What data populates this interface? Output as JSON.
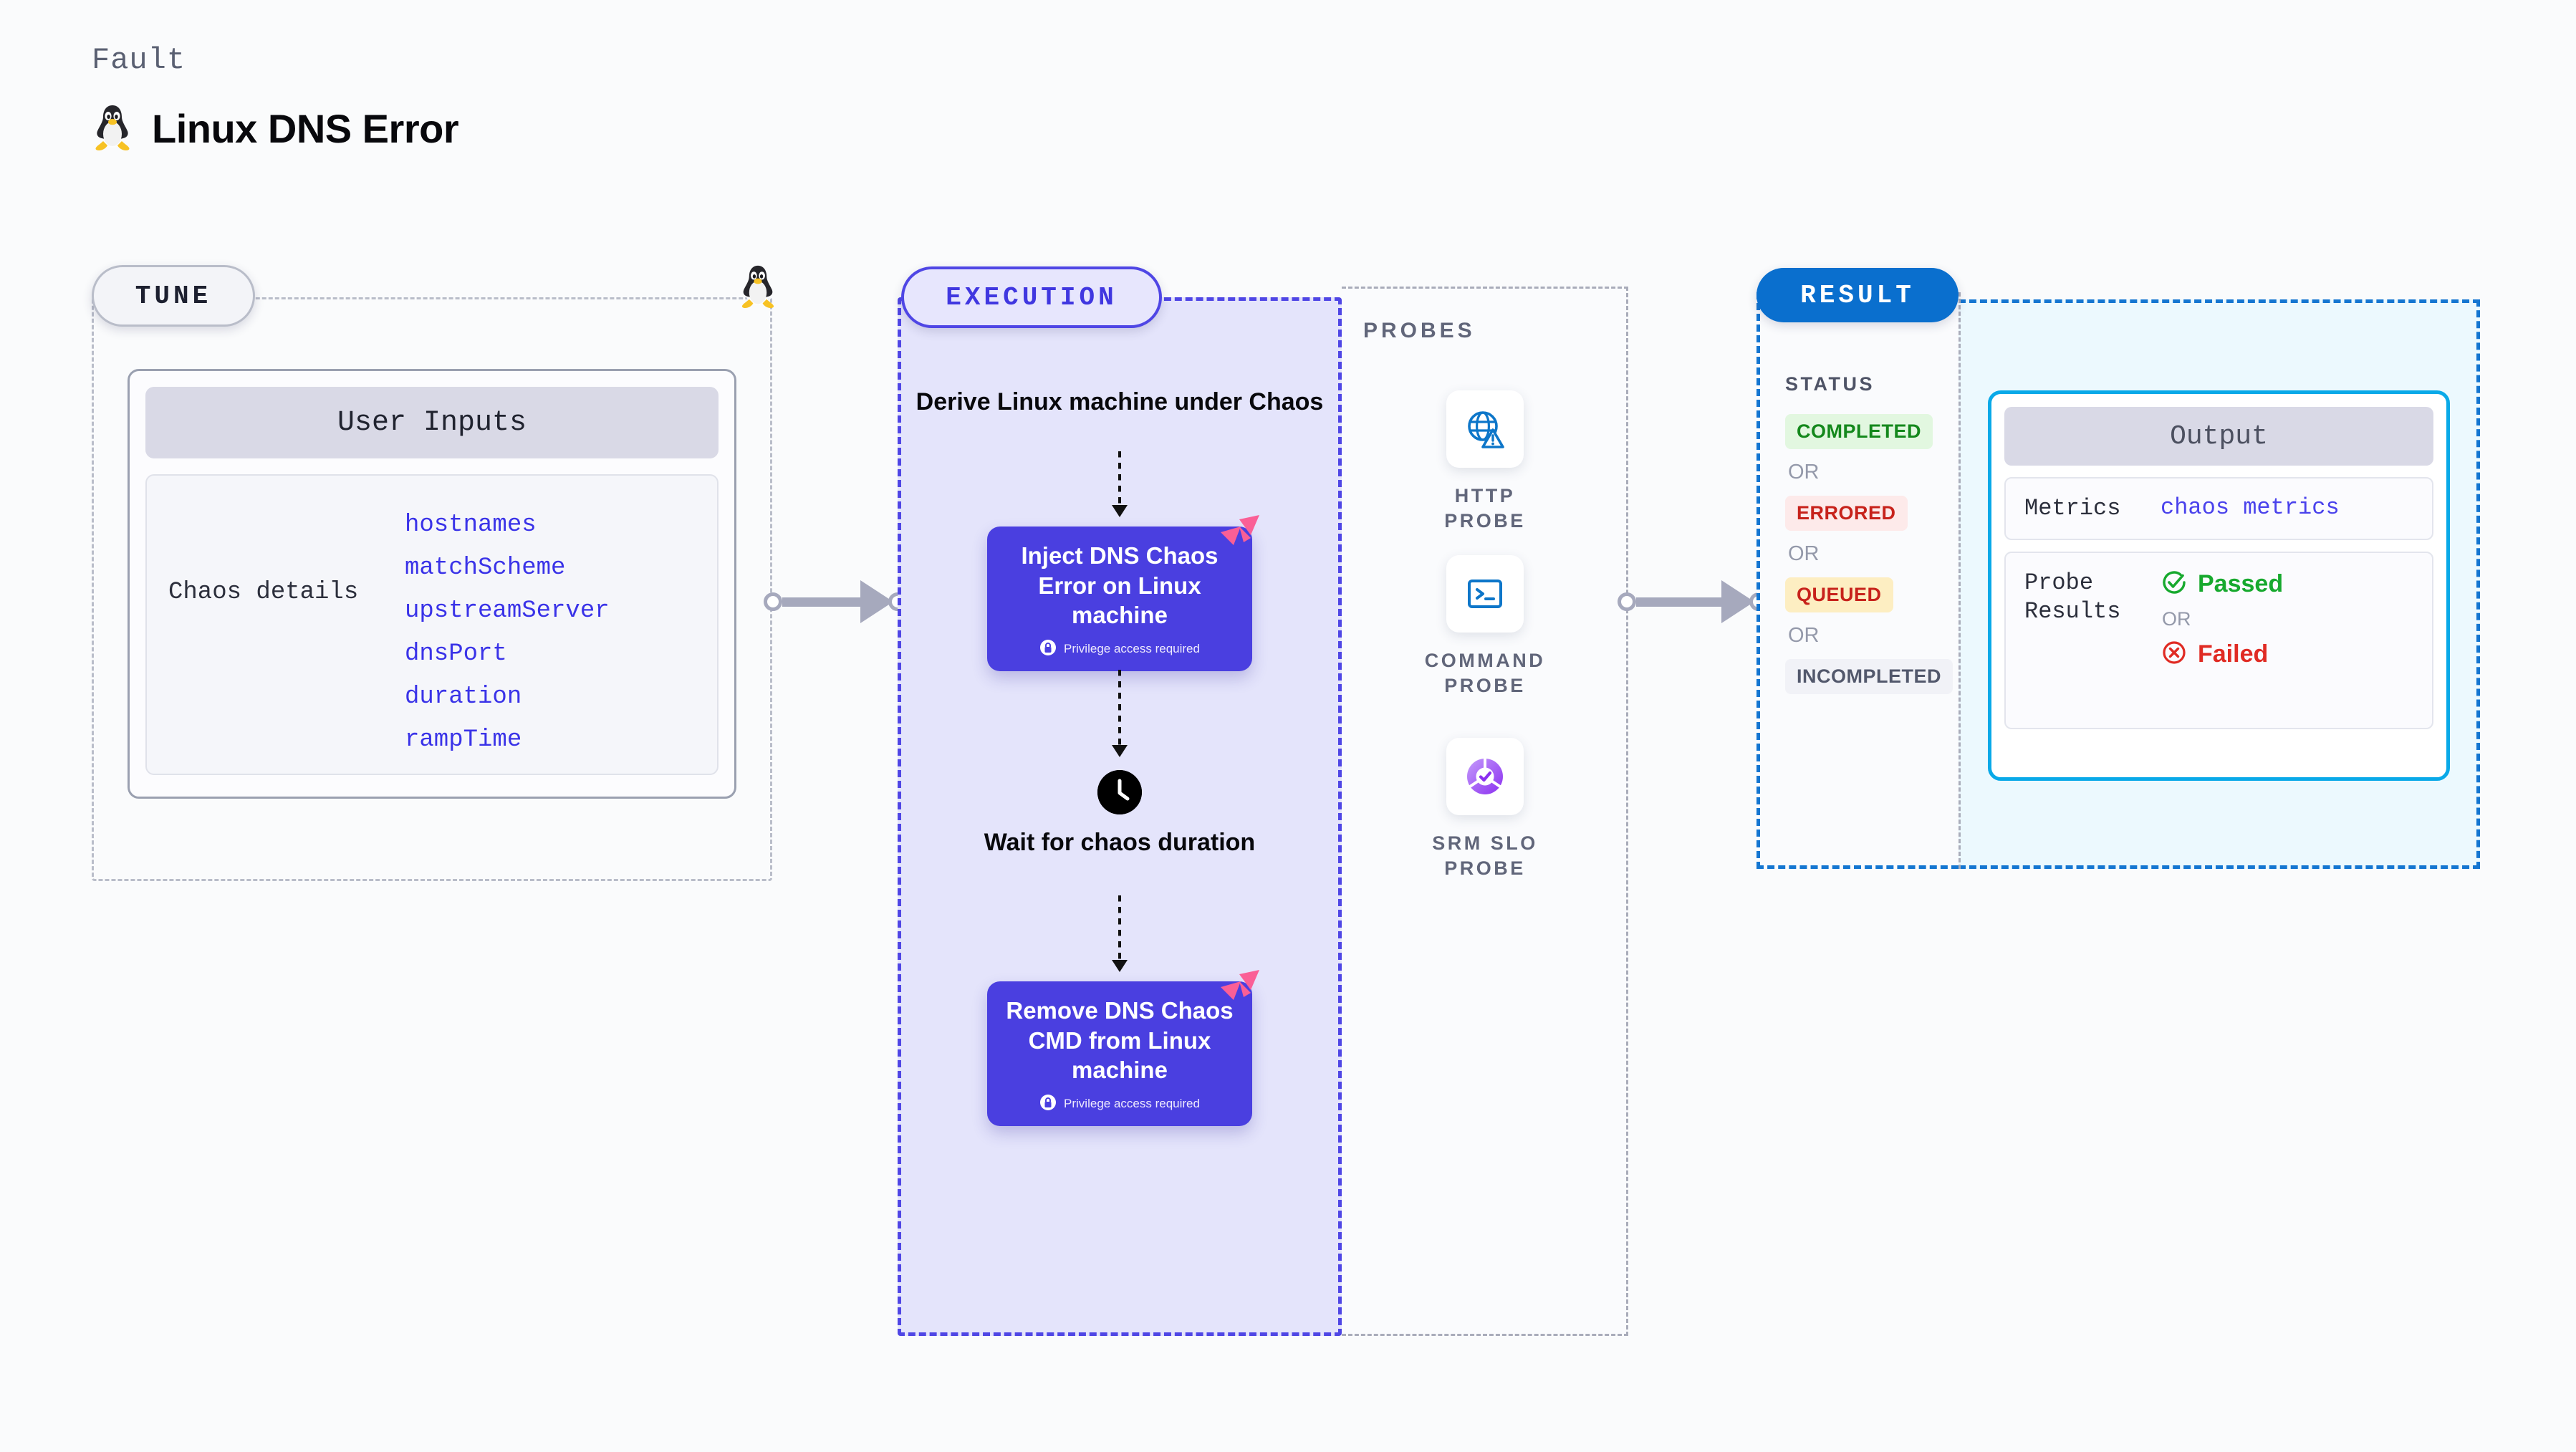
{
  "header": {
    "kicker": "Fault",
    "title": "Linux DNS Error",
    "icon": "linux-tux-icon"
  },
  "tune": {
    "badge": "TUNE",
    "card_header": "User Inputs",
    "group_label": "Chaos details",
    "inputs": [
      "hostnames",
      "matchScheme",
      "upstreamServer",
      "dnsPort",
      "duration",
      "rampTime"
    ]
  },
  "execution": {
    "badge": "EXECUTION",
    "steps": [
      {
        "type": "text",
        "label": "Derive Linux machine under Chaos"
      },
      {
        "type": "card",
        "label": "Inject DNS Chaos Error on Linux machine",
        "note": "Privilege access required",
        "icon": "lock-icon",
        "ribbon": "litmus-ribbon-icon"
      },
      {
        "type": "wait",
        "label": "Wait for chaos duration",
        "icon": "clock-icon"
      },
      {
        "type": "card",
        "label": "Remove DNS Chaos CMD from Linux machine",
        "note": "Privilege access required",
        "icon": "lock-icon",
        "ribbon": "litmus-ribbon-icon"
      }
    ]
  },
  "probes": {
    "title": "PROBES",
    "items": [
      {
        "label": "HTTP PROBE",
        "icon": "globe-warning-icon"
      },
      {
        "label": "COMMAND PROBE",
        "icon": "terminal-icon"
      },
      {
        "label": "SRM SLO PROBE",
        "icon": "slo-donut-check-icon"
      }
    ]
  },
  "result": {
    "badge": "RESULT",
    "status_title": "STATUS",
    "or_label": "OR",
    "statuses": [
      {
        "label": "COMPLETED",
        "bg": "#e2f7e0",
        "color": "#14881c"
      },
      {
        "label": "ERRORED",
        "bg": "#fdeaea",
        "color": "#c7221b"
      },
      {
        "label": "QUEUED",
        "bg": "#fdeec2",
        "color": "#c7221b"
      },
      {
        "label": "INCOMPLETED",
        "bg": "#f1f2f7",
        "color": "#52586c"
      }
    ],
    "output": {
      "header": "Output",
      "metrics_key": "Metrics",
      "metrics_value": "chaos metrics",
      "probe_key": "Probe Results",
      "passed": "Passed",
      "failed": "Failed",
      "or_label": "OR",
      "pass_icon": "check-circle-icon",
      "fail_icon": "x-circle-icon"
    }
  },
  "colors": {
    "indigo": "#4a3fe0",
    "lavender": "#e4e4fb",
    "result_blue": "#0a6fce",
    "cyan": "#09a9e8",
    "probe_blue": "#0d76c9",
    "probe_purple": "#8b3fe8",
    "pink": "#fa5f96",
    "connector_gray": "#a6a9bd"
  }
}
